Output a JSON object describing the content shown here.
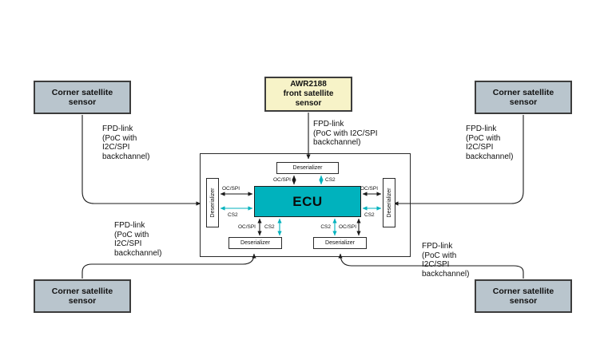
{
  "sensors": {
    "front": {
      "label": "AWR2188\nfront satellite\nsensor"
    },
    "corner_label": "Corner satellite\nsensor"
  },
  "ecu": {
    "label": "ECU"
  },
  "labels": {
    "deserializer": "Deserializer"
  },
  "signals": {
    "ocspi": "OC/SPI",
    "cs2": "CS2"
  },
  "links": {
    "fpd_corner": "FPD-link\n(PoC with\nI2C/SPI\nbackchannel)",
    "fpd_front": "FPD-link\n(PoC with I2C/SPI\nbackchannel)"
  },
  "colors": {
    "teal": "#00b2bd",
    "sensor_gray": "#b9c5cd",
    "front_yellow": "#f7f3c8",
    "line": "#1a1a1a"
  }
}
